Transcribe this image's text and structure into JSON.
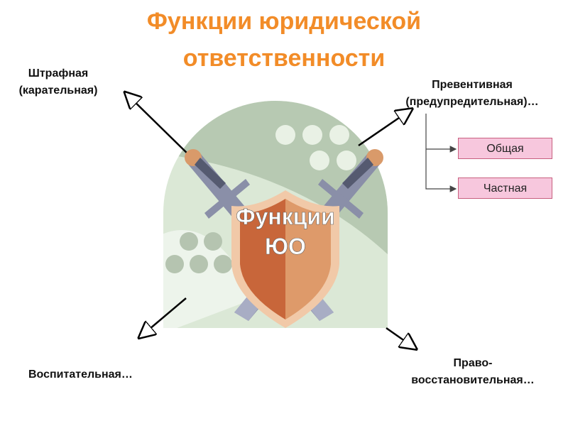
{
  "title": {
    "line1": "Функции юридической",
    "line2": "ответственности"
  },
  "center": {
    "line1": "Функции",
    "line2": "ЮО"
  },
  "functions": {
    "punitive": {
      "line1": "Штрафная",
      "line2": "(карательная)"
    },
    "preventive": {
      "line1": "Превентивная",
      "line2": "(предупредительная)…",
      "sub": [
        "Общая",
        "Частная"
      ]
    },
    "educational": {
      "line1": "Воспитательная…"
    },
    "restorative": {
      "line1": "Право-",
      "line2": "восстановительная…"
    }
  },
  "colors": {
    "title": "#f28c28",
    "subbox_fill": "#f7c7dd",
    "subbox_border": "#c8607f",
    "shield_left": "#c8663a",
    "shield_right": "#de9a6a",
    "background_shape": "#dbe8d6"
  }
}
